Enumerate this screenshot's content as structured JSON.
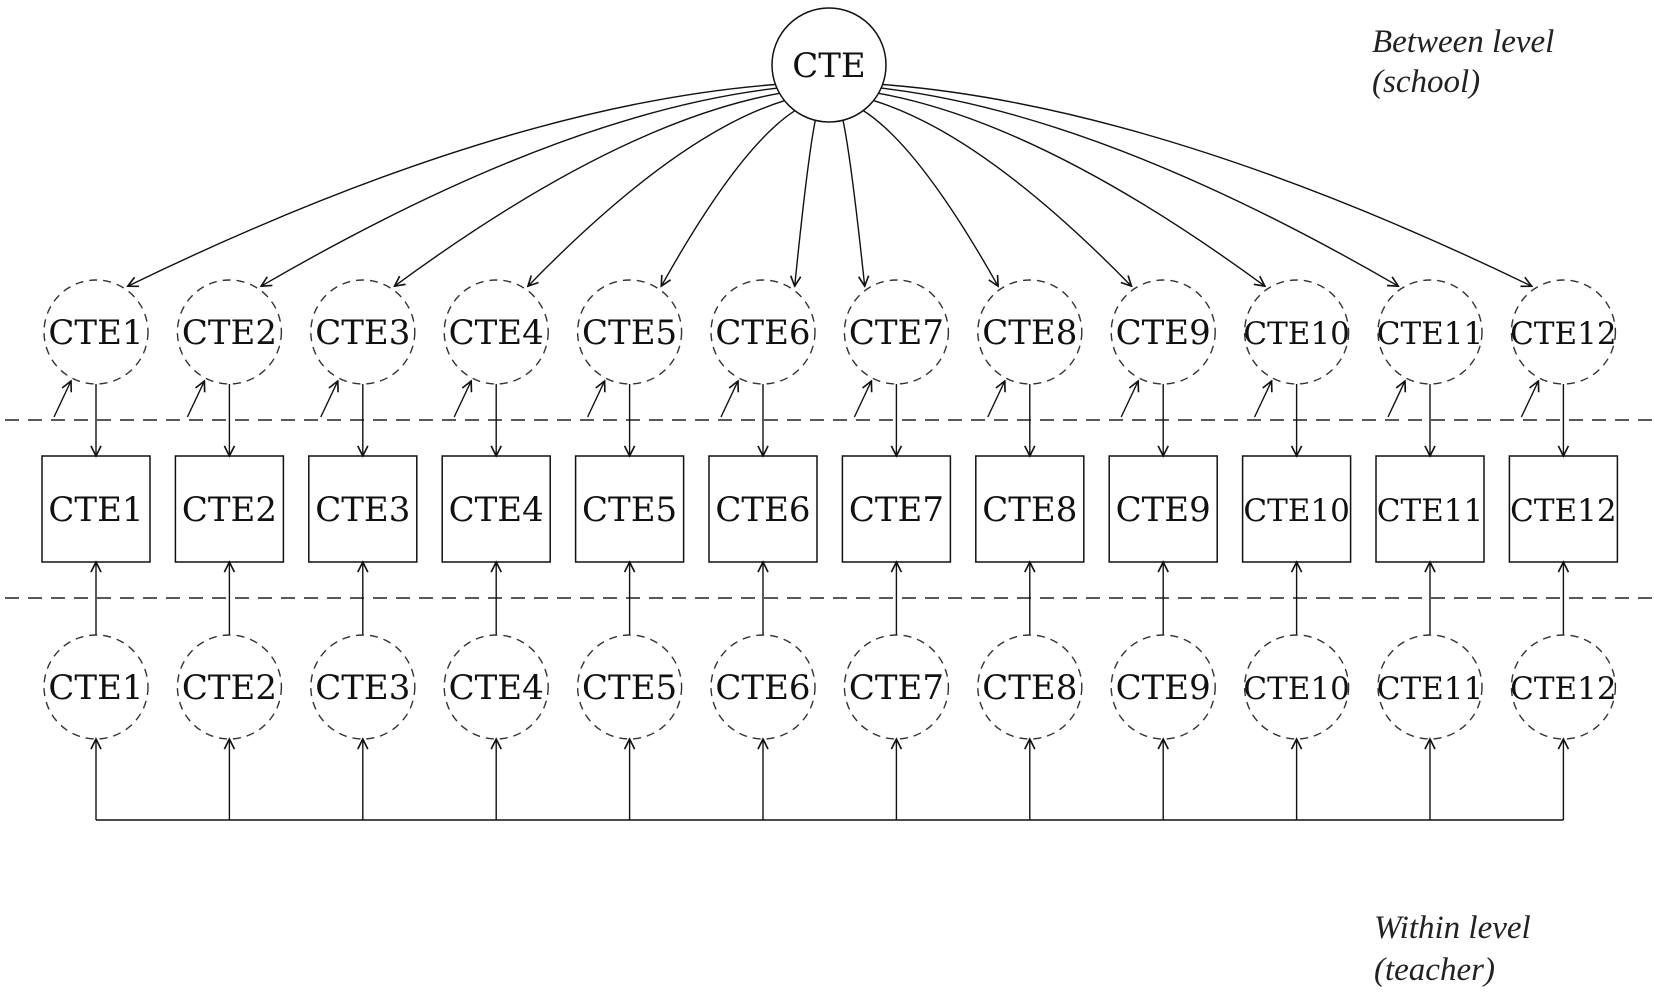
{
  "top_node": {
    "label": "CTE"
  },
  "level_labels": {
    "between_line1": "Between level",
    "between_line2": "(school)",
    "within_line1": "Within level",
    "within_line2": "(teacher)"
  },
  "items": [
    "CTE1",
    "CTE2",
    "CTE3",
    "CTE4",
    "CTE5",
    "CTE6",
    "CTE7",
    "CTE8",
    "CTE9",
    "CTE10",
    "CTE11",
    "CTE12"
  ]
}
